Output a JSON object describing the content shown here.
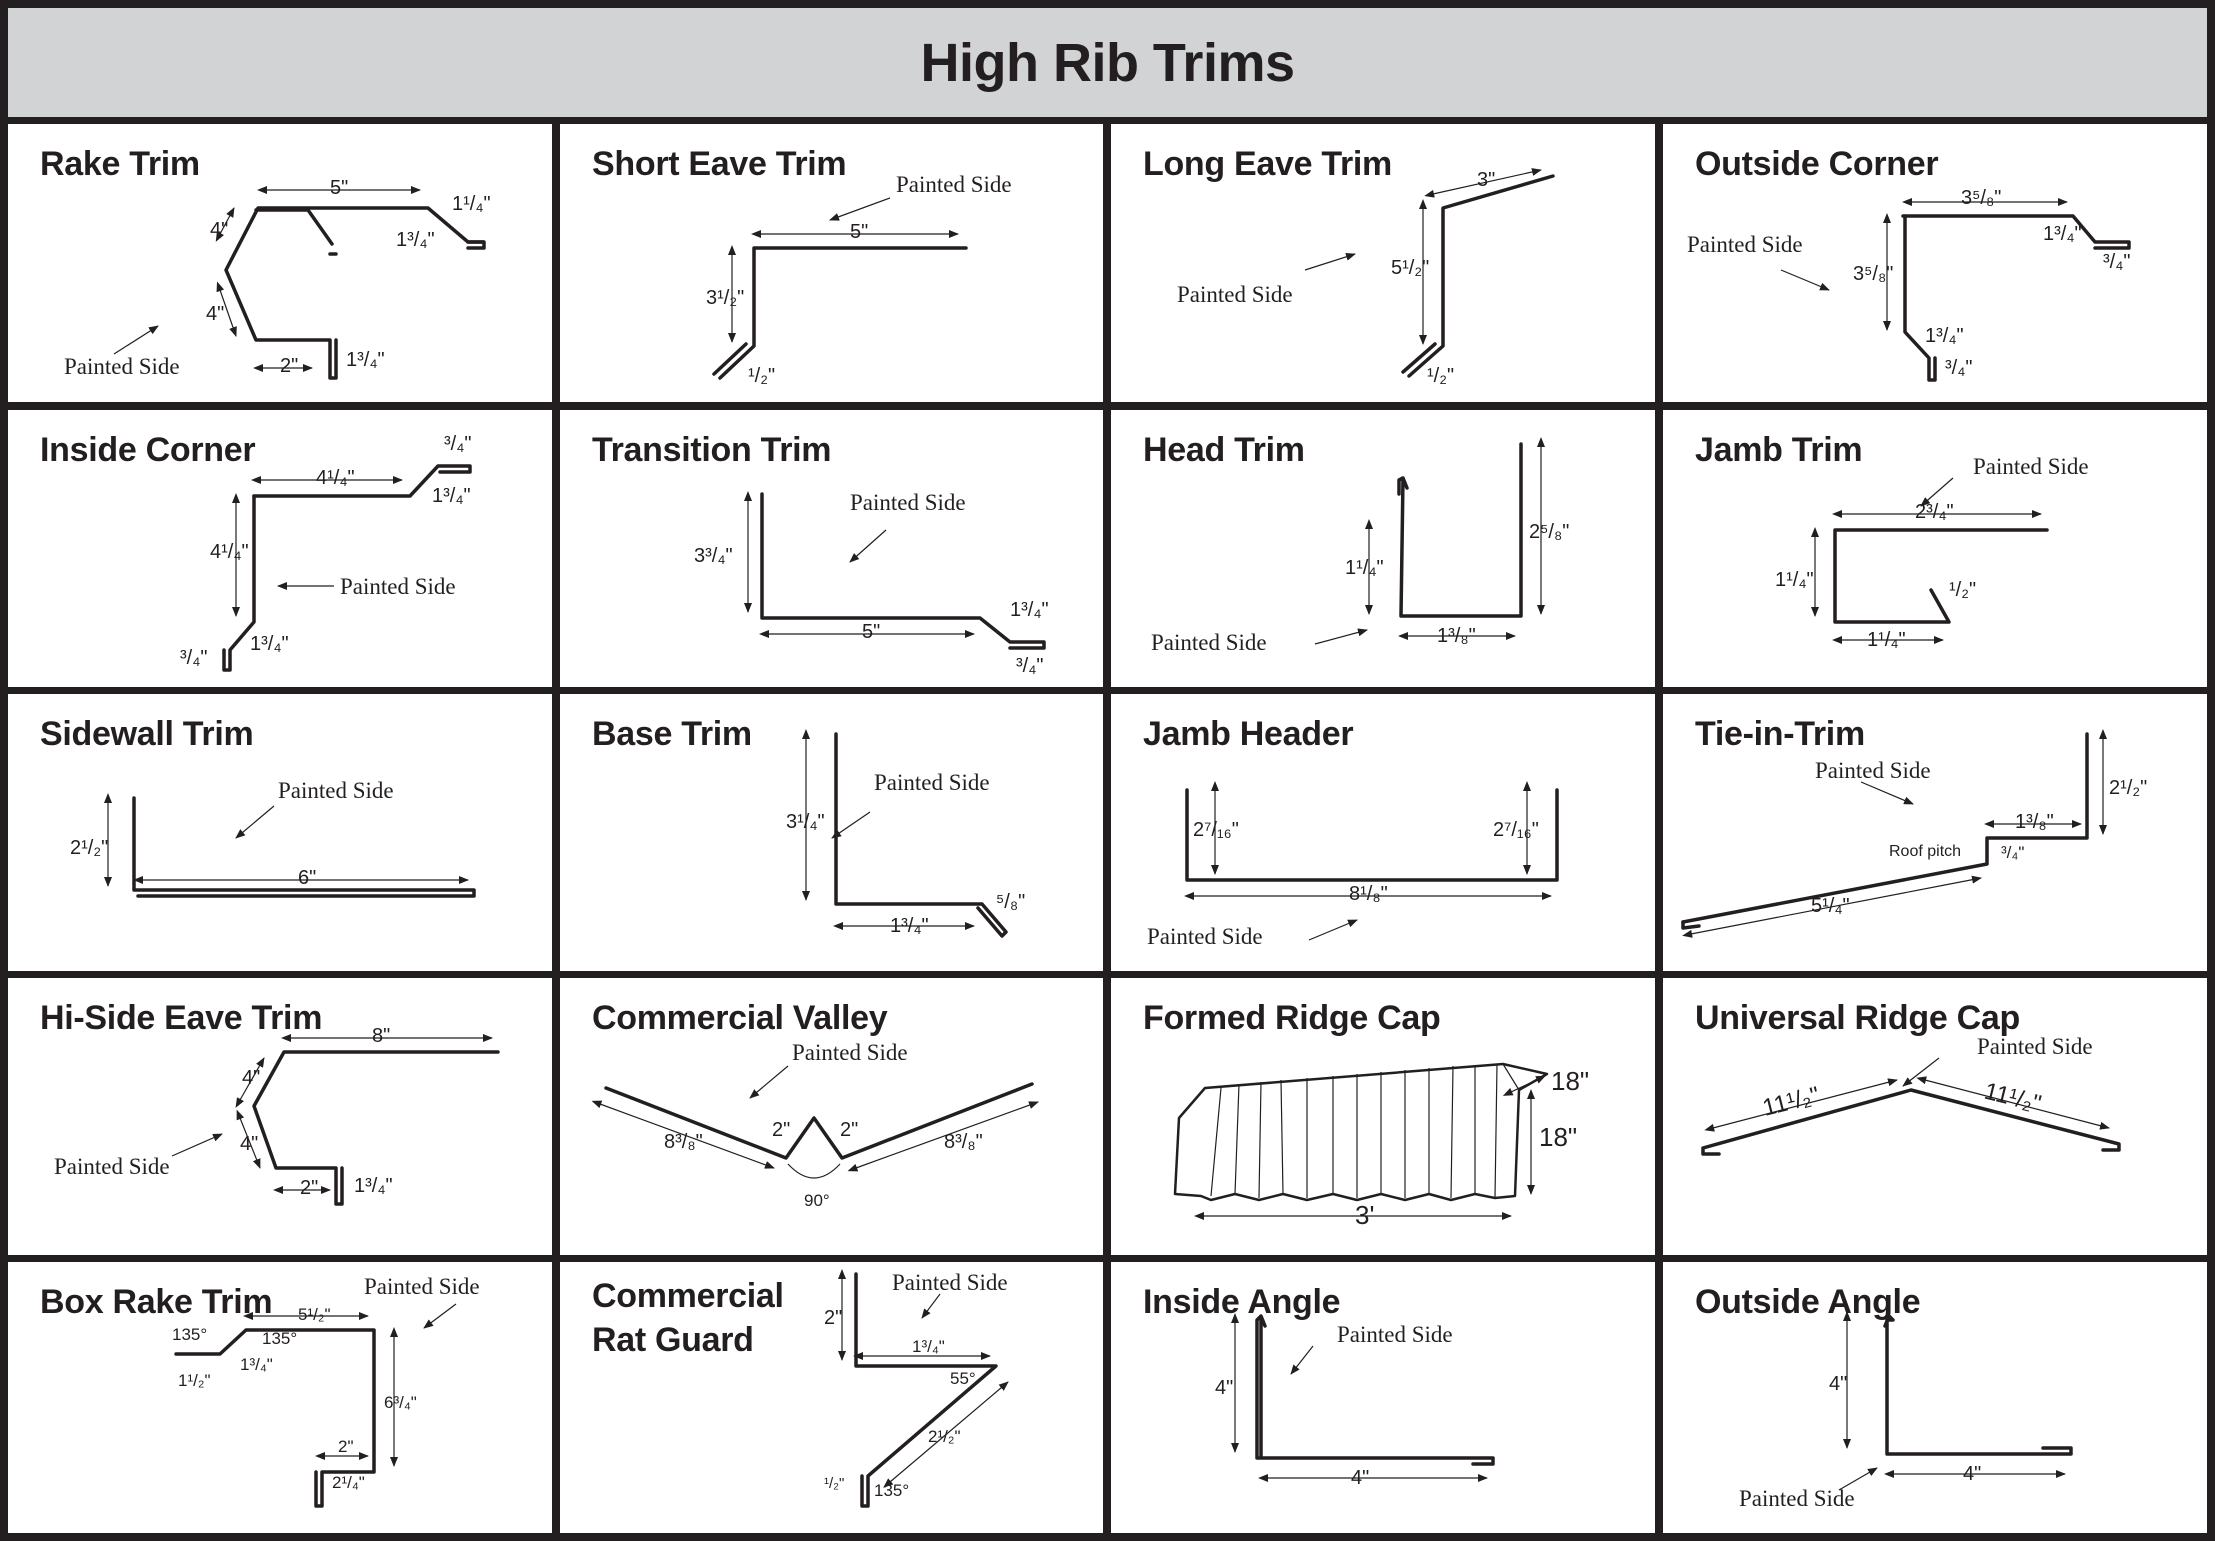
{
  "title": "High Rib Trims",
  "cells": [
    {
      "title": "Rake Trim",
      "painted": "Painted Side",
      "dims": [
        "5\"",
        "1¹/₄\"",
        "1³/₄\"",
        "4\"",
        "4\"",
        "2\"",
        "1³/₄\""
      ]
    },
    {
      "title": "Short Eave Trim",
      "painted": "Painted Side",
      "dims": [
        "5\"",
        "3¹/₂\"",
        "¹/₂\""
      ]
    },
    {
      "title": "Long Eave Trim",
      "painted": "Painted Side",
      "dims": [
        "3\"",
        "5¹/₂\"",
        "¹/₂\""
      ]
    },
    {
      "title": "Outside Corner",
      "painted": "Painted Side",
      "dims": [
        "3⁵/₈\"",
        "3⁵/₈\"",
        "1³/₄\"",
        "³/₄\"",
        "1³/₄\"",
        "³/₄\""
      ]
    },
    {
      "title": "Inside Corner",
      "painted": "Painted Side",
      "dims": [
        "4¹/₄\"",
        "³/₄\"",
        "1³/₄\"",
        "4¹/₄\"",
        "³/₄\"",
        "1³/₄\""
      ]
    },
    {
      "title": "Transition Trim",
      "painted": "Painted Side",
      "dims": [
        "3³/₄\"",
        "5\"",
        "1³/₄\"",
        "³/₄\""
      ]
    },
    {
      "title": "Head Trim",
      "painted": "Painted Side",
      "dims": [
        "2⁵/₈\"",
        "1¹/₄\"",
        "1³/₈\""
      ]
    },
    {
      "title": "Jamb Trim",
      "painted": "Painted Side",
      "dims": [
        "2³/₄\"",
        "1¹/₄\"",
        "¹/₂\"",
        "1¹/₄\""
      ]
    },
    {
      "title": "Sidewall Trim",
      "painted": "Painted Side",
      "dims": [
        "2¹/₂\"",
        "6\""
      ]
    },
    {
      "title": "Base Trim",
      "painted": "Painted Side",
      "dims": [
        "3¹/₄\"",
        "1³/₄\"",
        "⁵/₈\""
      ]
    },
    {
      "title": "Jamb Header",
      "painted": "Painted Side",
      "dims": [
        "2⁷/₁₆\"",
        "2⁷/₁₆\"",
        "8¹/₈\""
      ]
    },
    {
      "title": "Tie-in-Trim",
      "painted": "Painted Side",
      "dims": [
        "2¹/₂\"",
        "1³/₈\"",
        "³/₄\"",
        "5¹/₄\""
      ],
      "note": "Roof pitch"
    },
    {
      "title": "Hi-Side Eave Trim",
      "painted": "Painted Side",
      "dims": [
        "8\"",
        "4\"",
        "4\"",
        "2\"",
        "1³/₄\""
      ]
    },
    {
      "title": "Commercial Valley",
      "painted": "Painted Side",
      "dims": [
        "8³/₈\"",
        "2\"",
        "2\"",
        "8³/₈\"",
        "90°"
      ]
    },
    {
      "title": "Formed Ridge Cap",
      "dims": [
        "18\"",
        "18\"",
        "3'"
      ]
    },
    {
      "title": "Universal Ridge Cap",
      "painted": "Painted Side",
      "dims": [
        "11¹/₂\"",
        "11¹/₂\""
      ]
    },
    {
      "title": "Box Rake Trim",
      "painted": "Painted Side",
      "dims": [
        "5¹/₂\"",
        "135°",
        "135°",
        "1³/₄\"",
        "1¹/₂\"",
        "6³/₄\"",
        "2\"",
        "2¹/₄\""
      ]
    },
    {
      "title": "Commercial\nRat Guard",
      "title_line1": "Commercial",
      "title_line2": "Rat Guard",
      "painted": "Painted Side",
      "dims": [
        "2\"",
        "1³/₄\"",
        "55°",
        "2¹/₂\"",
        "¹/₂\"",
        "135°"
      ]
    },
    {
      "title": "Inside Angle",
      "painted": "Painted Side",
      "dims": [
        "4\"",
        "4\""
      ]
    },
    {
      "title": "Outside Angle",
      "painted": "Painted Side",
      "dims": [
        "4\"",
        "4\""
      ]
    }
  ]
}
